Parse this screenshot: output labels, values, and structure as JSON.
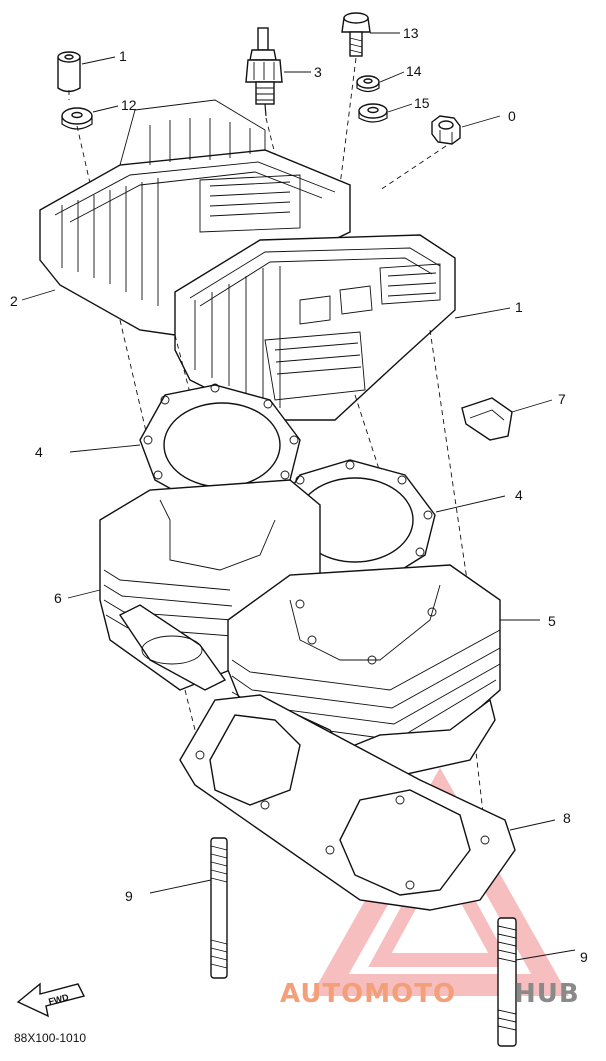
{
  "diagram": {
    "drawing_code": "88X100-1010",
    "fwd_label": "FWD",
    "watermark": {
      "part_a": "AUTOMOTO",
      "part_b": "HUB"
    },
    "callouts": [
      {
        "key": "c1a",
        "text": "1"
      },
      {
        "key": "c12",
        "text": "12"
      },
      {
        "key": "c3",
        "text": "3"
      },
      {
        "key": "c13",
        "text": "13"
      },
      {
        "key": "c14",
        "text": "14"
      },
      {
        "key": "c15",
        "text": "15"
      },
      {
        "key": "c0",
        "text": "0"
      },
      {
        "key": "c2",
        "text": "2"
      },
      {
        "key": "c1b",
        "text": "1"
      },
      {
        "key": "c7",
        "text": "7"
      },
      {
        "key": "c4a",
        "text": "4"
      },
      {
        "key": "c4b",
        "text": "4"
      },
      {
        "key": "c6",
        "text": "6"
      },
      {
        "key": "c5",
        "text": "5"
      },
      {
        "key": "c8",
        "text": "8"
      },
      {
        "key": "c9a",
        "text": "9"
      },
      {
        "key": "c9b",
        "text": "9"
      }
    ]
  }
}
